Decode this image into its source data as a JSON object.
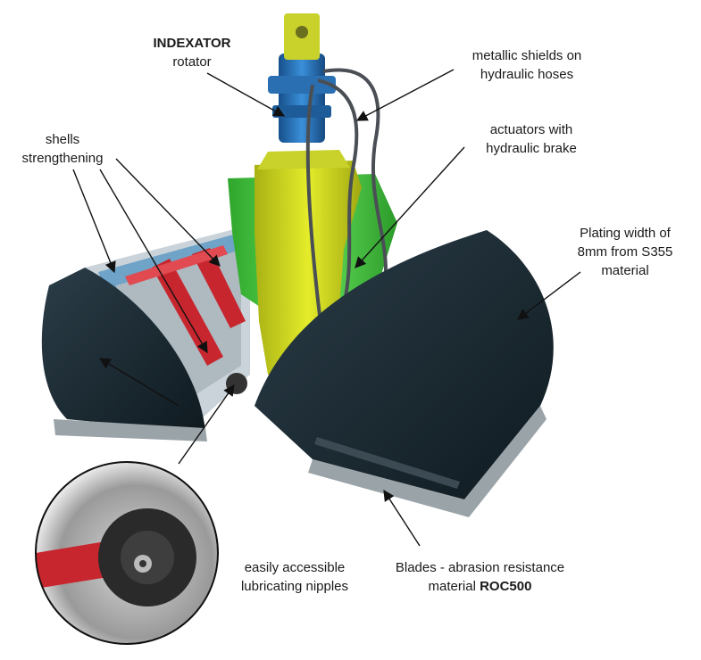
{
  "callouts": {
    "rotator": {
      "bold": "INDEXATOR",
      "text": "rotator"
    },
    "shields": {
      "line1": "metallic shields on",
      "line2": "hydraulic hoses"
    },
    "shells": {
      "line1": "shells",
      "line2": "strengthening"
    },
    "actuators": {
      "line1": "actuators with",
      "line2": "hydraulic brake"
    },
    "plating": {
      "line1": "Plating width of",
      "line2": "8mm from S355",
      "line3": "material"
    },
    "nipples": {
      "line1": "easily accessible",
      "line2": "lubricating nipples"
    },
    "blades": {
      "line1": "Blades - abrasion resistance",
      "line2_prefix": "material ",
      "line2_bold": "ROC500"
    }
  },
  "colors": {
    "rotator": "#1f6fb8",
    "head": "#c8d22a",
    "body": "#d9e21a",
    "actuator": "#3fc43a",
    "shell": "#1c2a33",
    "shell_inner": "#b8c4cc",
    "strengthening": "#c8262e",
    "blade": "#9aa3a8",
    "hose": "#4a4f55"
  },
  "icons": [
    "arrow-pointer"
  ]
}
